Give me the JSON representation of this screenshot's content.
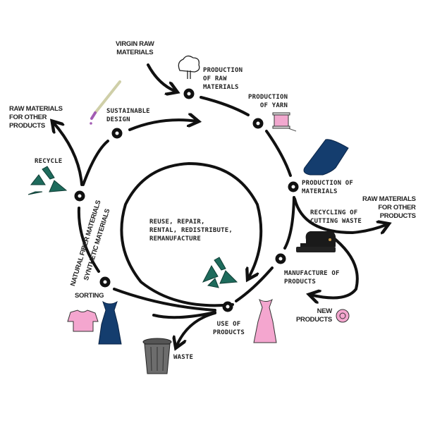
{
  "labels": {
    "virgin_raw": "VIRGIN RAW\nMATERIALS",
    "production_raw": "PRODUCTION\nOF RAW\nMATERIALS",
    "production_yarn": "PRODUCTION\nOF YARN",
    "production_materials": "PRODUCTION OF\nMATERIALS",
    "raw_other_right": "RAW MATERIALS\nFOR OTHER\nPRODUCTS",
    "recycling_cutting": "RECYCLING OF\nCUTTING WASTE",
    "manufacture": "MANUFACTURE OF\nPRODUCTS",
    "new_products": "NEW\nPRODUCTS",
    "use_products": "USE OF\nPRODUCTS",
    "waste": "WASTE",
    "sorting": "SORTING",
    "natural_fiber": "NATURAL FIBER MATERIALS",
    "synthetic": "SYNTHETIC MATERIALS",
    "recycle": "RECYCLE",
    "raw_other_left": "RAW MATERIALS\nFOR OTHER\nPRODUCTS",
    "sustainable_design": "SUSTAINABLE\nDESIGN",
    "reuse": "REUSE, REPAIR,\nRENTAL, REDISTRIBUTE,\nREMANUFACTURE"
  },
  "colors": {
    "line": "#111111",
    "recycle_green": "#1e6b5c",
    "denim_blue": "#143d6e",
    "pink": "#f4a6cf",
    "trash_gray": "#666666",
    "brush_purple": "#a35cb4"
  },
  "icons": [
    "cotton-plant-icon",
    "thread-spool-icon",
    "fabric-roll-icon",
    "sewing-machine-icon",
    "flower-badge-icon",
    "dress-icon",
    "tshirt-icon",
    "trash-can-icon",
    "recycle-icon",
    "paintbrush-icon"
  ]
}
